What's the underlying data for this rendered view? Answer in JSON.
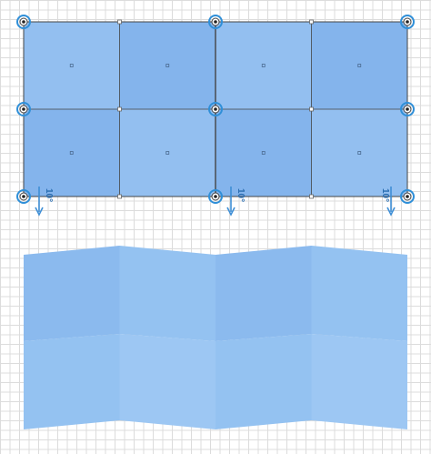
{
  "editor": {
    "colors": {
      "grid_line": "#dcdcdc",
      "tile_light": "#93bff0",
      "tile_dark": "#84b4ec",
      "outline": "#444444",
      "handle": "#2f8fd8",
      "handle_center": "#222222",
      "arrow": "#3f8fd6"
    },
    "top_grid": {
      "rows": 2,
      "cols": 4,
      "shades": [
        [
          "light",
          "dark",
          "light",
          "dark"
        ],
        [
          "dark",
          "light",
          "dark",
          "light"
        ]
      ]
    },
    "rotation_labels": [
      {
        "id": "left",
        "text": "10°"
      },
      {
        "id": "middle",
        "text": "10°"
      },
      {
        "id": "right",
        "text": "10°"
      }
    ],
    "folded_panel": {
      "colors": [
        "#8bbaee",
        "#94c2f1",
        "#8bbaee",
        "#94c2f1",
        "#94c2f1",
        "#9dc7f3",
        "#94c2f1",
        "#9dc7f3"
      ]
    }
  }
}
